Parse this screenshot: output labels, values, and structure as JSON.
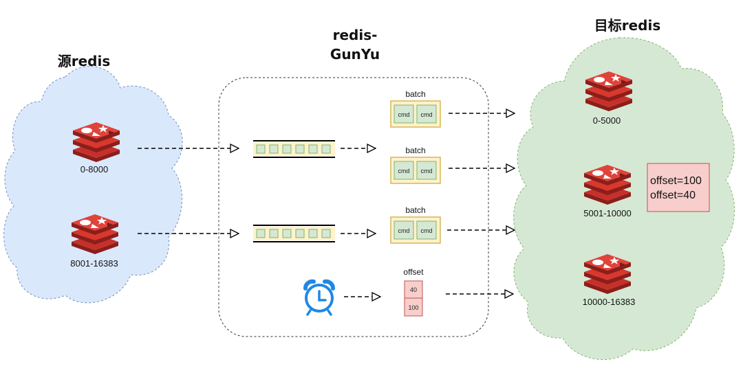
{
  "source": {
    "title": "源redis",
    "nodes": [
      {
        "label": "0-8000"
      },
      {
        "label": "8001-16383"
      }
    ]
  },
  "middle": {
    "title_line1": "redis-",
    "title_line2": "GunYu",
    "batches": [
      {
        "label": "batch",
        "items": [
          "cmd",
          "cmd"
        ]
      },
      {
        "label": "batch",
        "items": [
          "cmd",
          "cmd"
        ]
      },
      {
        "label": "batch",
        "items": [
          "cmd",
          "cmd"
        ]
      }
    ],
    "offset": {
      "label": "offset",
      "values": [
        "40",
        "100"
      ]
    }
  },
  "target": {
    "title": "目标redis",
    "nodes": [
      {
        "label": "0-5000"
      },
      {
        "label": "5001-10000"
      },
      {
        "label": "10000-16383"
      }
    ],
    "offset_note": [
      "offset=100",
      "offset=40"
    ]
  },
  "colors": {
    "source_cloud": "#dae8fc",
    "target_cloud": "#d5e8d4",
    "redis_red": "#c6302b",
    "batch_fill": "#fff2cc",
    "cmd_fill": "#d5e8d4",
    "offset_fill": "#f8cecc",
    "clock_blue": "#1e88e5"
  }
}
